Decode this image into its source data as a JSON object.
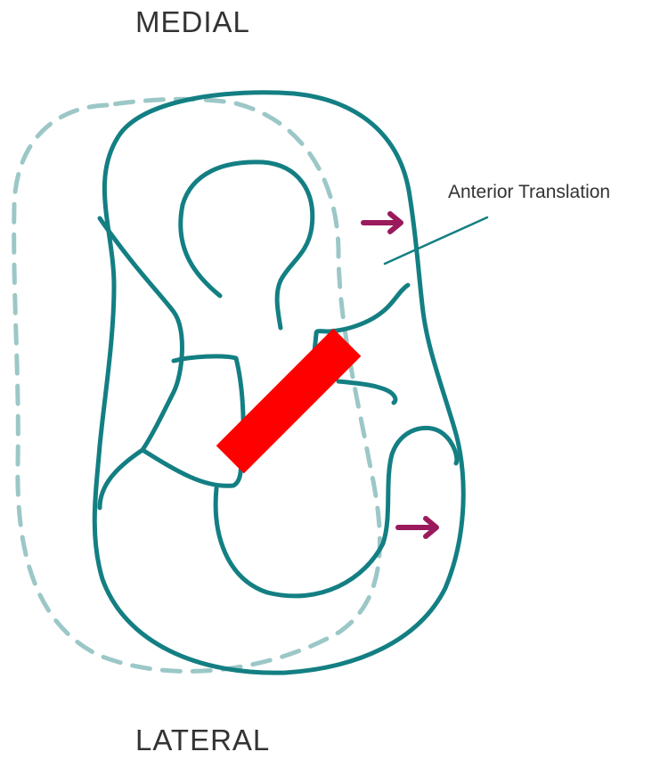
{
  "labels": {
    "top": "MEDIAL",
    "bottom": "LATERAL",
    "callout": "Anterior Translation"
  },
  "colors": {
    "outline": "#137f83",
    "dashed_outline": "#9cc7c7",
    "arrow": "#9a1a5c",
    "marker": "#ff0000",
    "text": "#333333"
  }
}
